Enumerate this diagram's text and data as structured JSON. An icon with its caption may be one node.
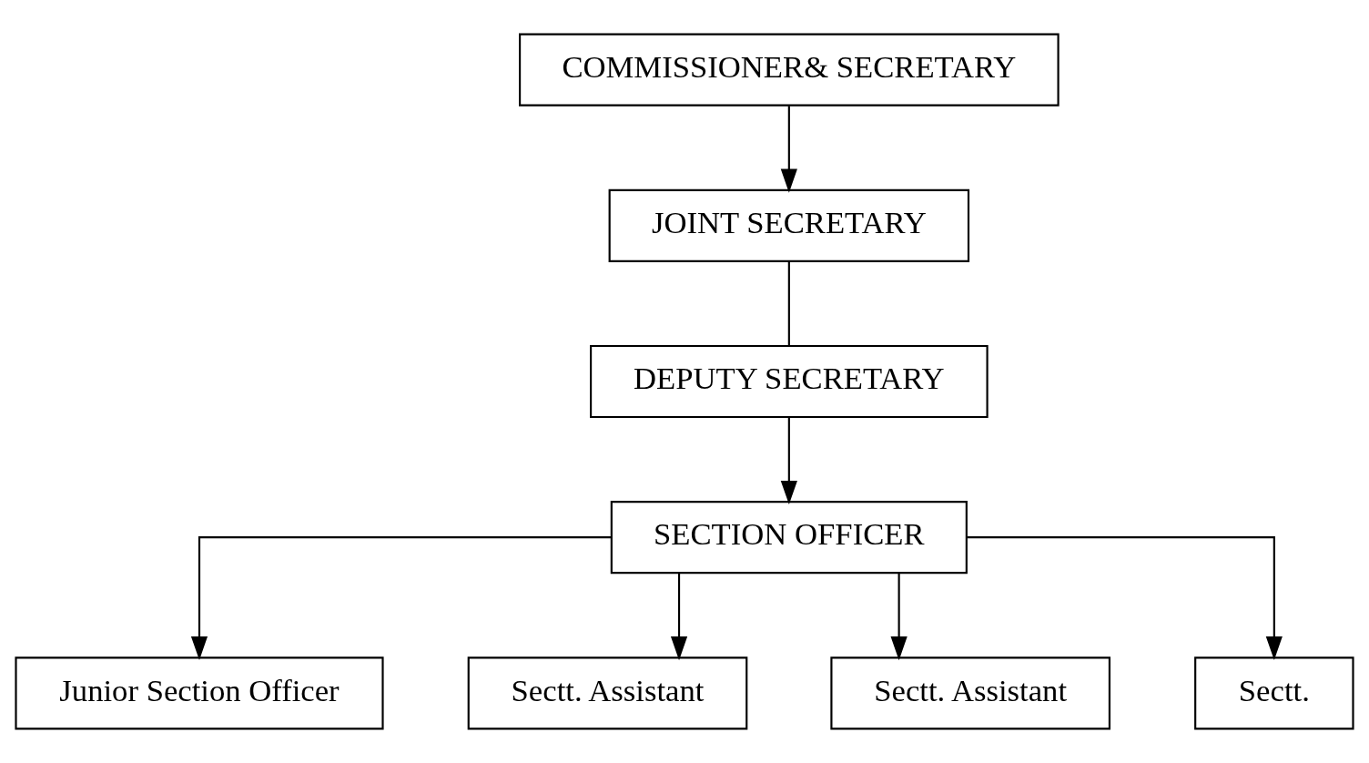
{
  "diagram": {
    "nodes": [
      {
        "text": [
          "COMMISSIONER& SECRETARY"
        ]
      },
      {
        "text": [
          "JOINT SECRETARY"
        ]
      },
      {
        "text": [
          "DEPUTY SECRETARY"
        ]
      },
      {
        "text": [
          "SECTION OFFICER"
        ]
      },
      {
        "text": [
          "Junior Section Officer"
        ]
      },
      {
        "text": [
          "Sectt. Assistant"
        ]
      },
      {
        "text": [
          "Sectt. Assistant"
        ]
      },
      {
        "text": [
          "Sectt."
        ]
      }
    ],
    "edges": [
      {
        "from": 0,
        "to": 1,
        "arrow": "to"
      },
      {
        "from": 1,
        "to": 2,
        "arrow": "none"
      },
      {
        "from": 2,
        "to": 3,
        "arrow": "to"
      },
      {
        "from": 3,
        "to": 4,
        "arrow": "to"
      },
      {
        "from": 3,
        "to": 5,
        "arrow": "to"
      },
      {
        "from": 3,
        "to": 6,
        "arrow": "to"
      },
      {
        "from": 3,
        "to": 7,
        "arrow": "to"
      }
    ]
  }
}
